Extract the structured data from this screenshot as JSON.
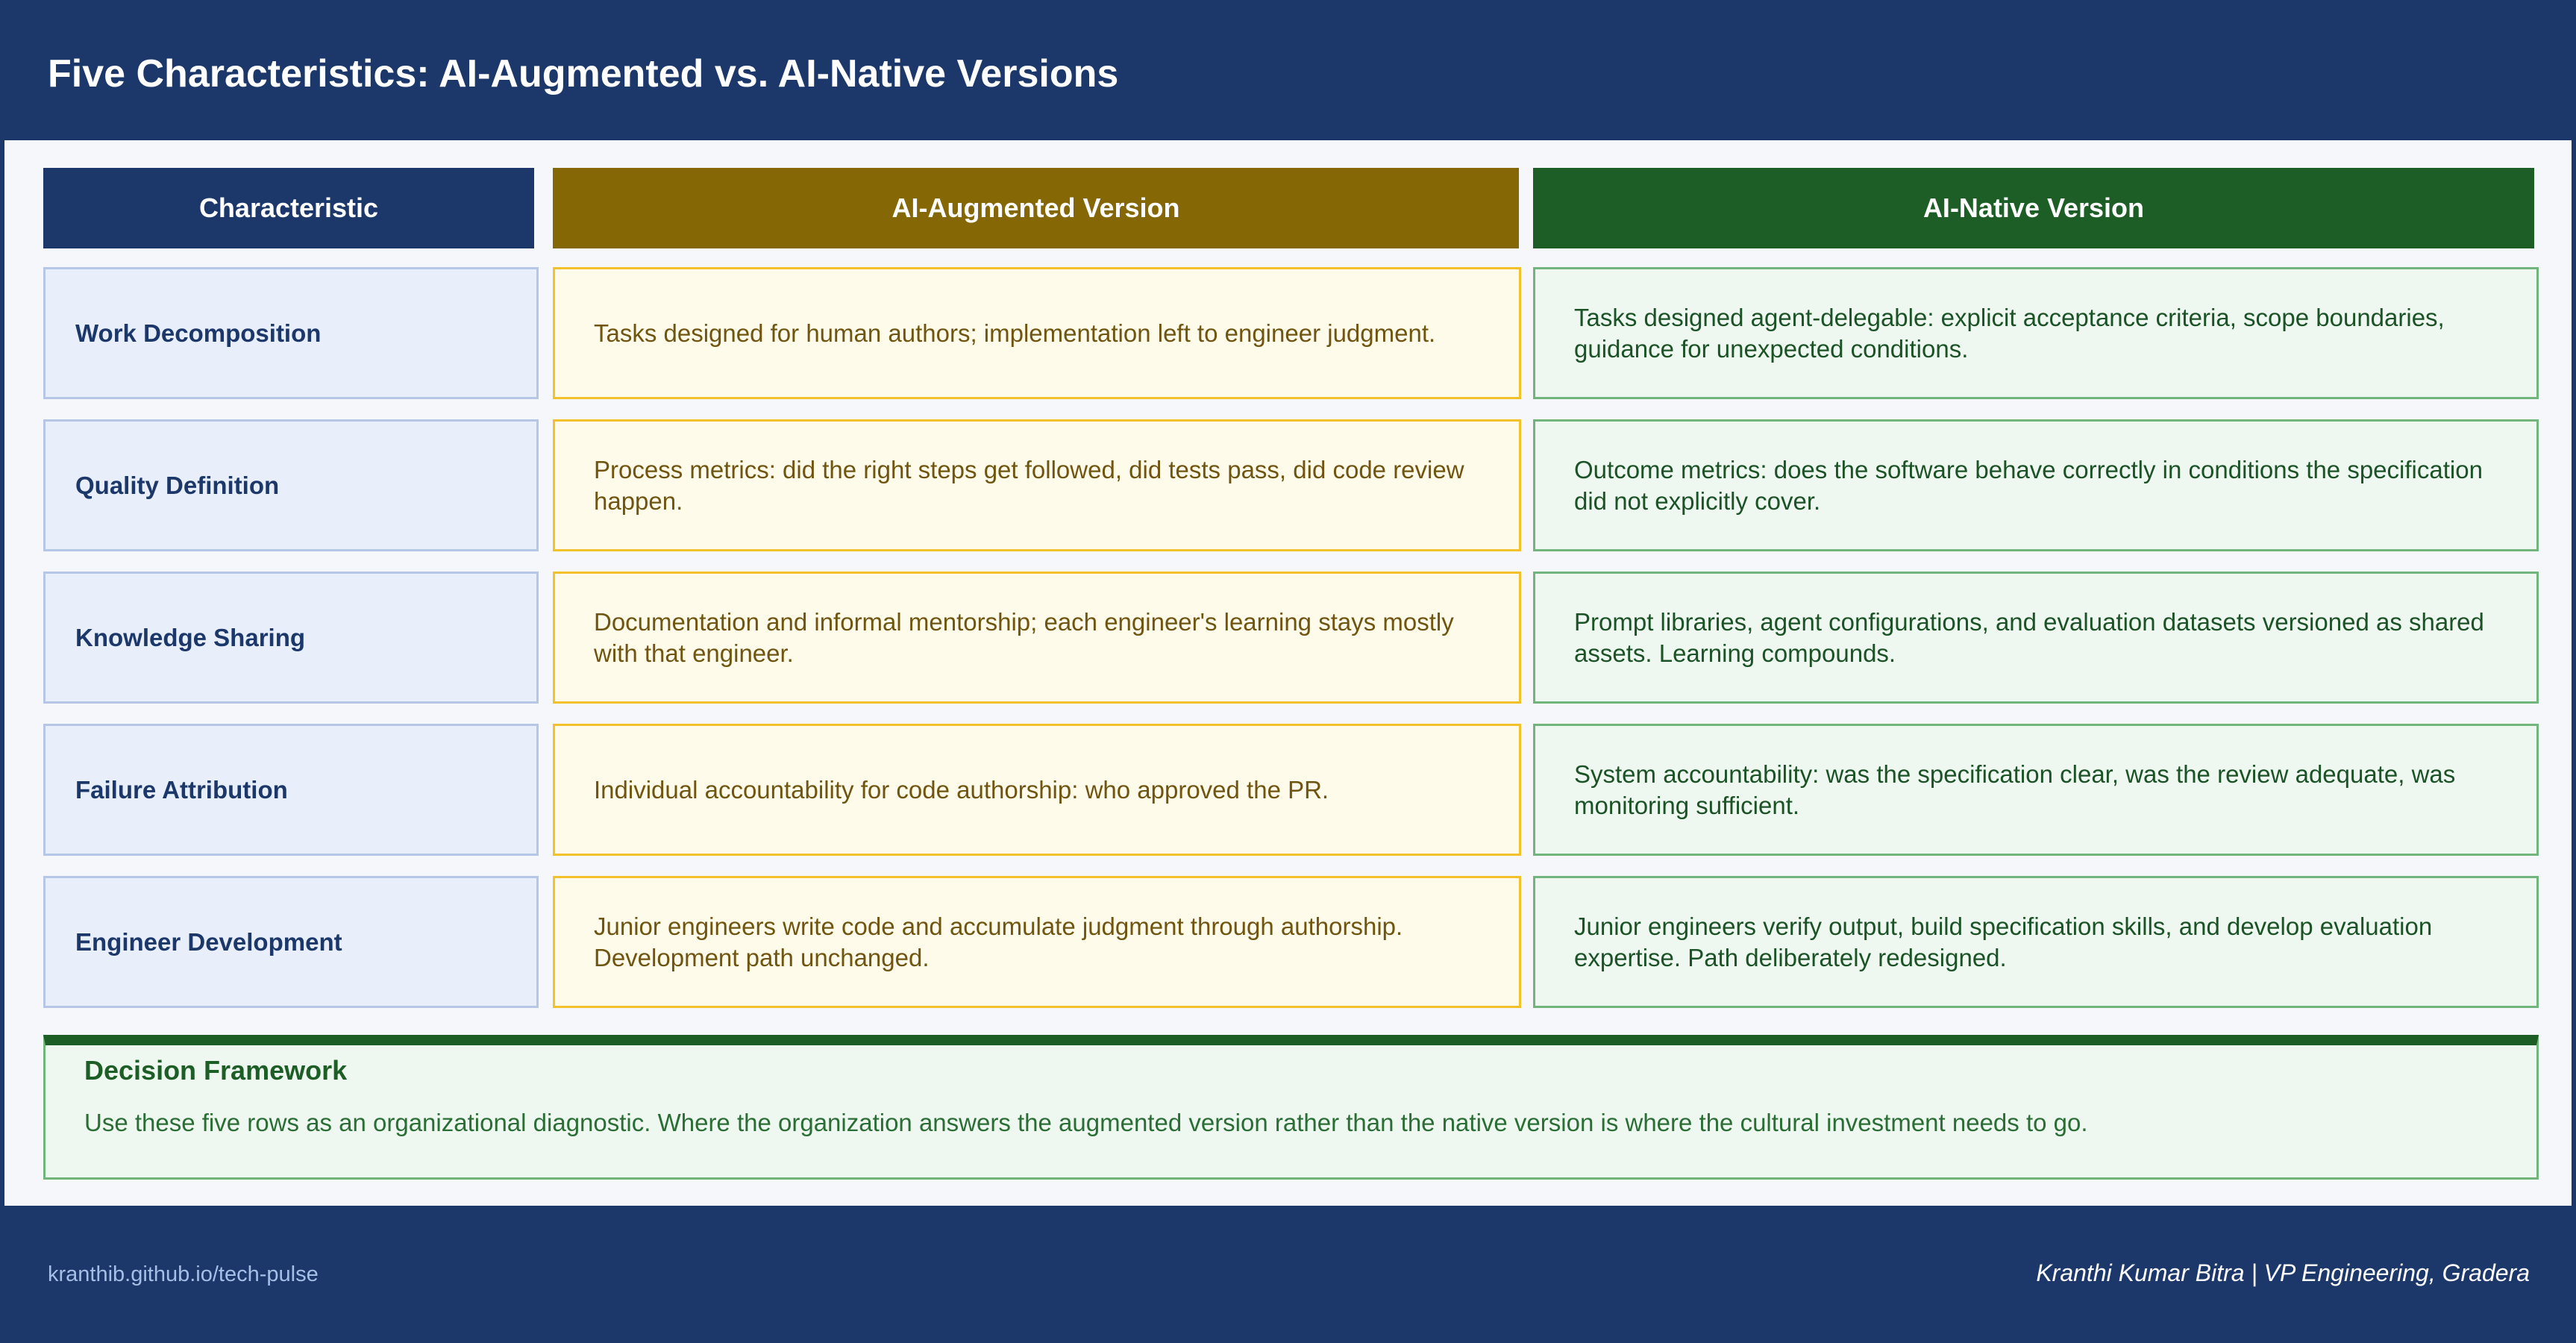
{
  "title": "Five Characteristics: AI-Augmented vs. AI-Native Versions",
  "colors": {
    "navy": "#1c386b",
    "augmented_header": "#866706",
    "native_header": "#1d5e26"
  },
  "columns": {
    "characteristic": "Characteristic",
    "augmented": "AI-Augmented Version",
    "native": "AI-Native Version"
  },
  "rows": [
    {
      "characteristic": "Work Decomposition",
      "augmented": "Tasks designed for human authors; implementation left to engineer judgment.",
      "native": "Tasks designed agent-delegable: explicit acceptance criteria, scope boundaries, guidance for unexpected conditions."
    },
    {
      "characteristic": "Quality Definition",
      "augmented": "Process metrics: did the right steps get followed, did tests pass, did code review happen.",
      "native": "Outcome metrics: does the software behave correctly in conditions the specification did not explicitly cover."
    },
    {
      "characteristic": "Knowledge Sharing",
      "augmented": "Documentation and informal mentorship; each engineer's learning stays mostly with that engineer.",
      "native": "Prompt libraries, agent configurations, and evaluation datasets versioned as shared assets. Learning compounds."
    },
    {
      "characteristic": "Failure Attribution",
      "augmented": "Individual accountability for code authorship: who approved the PR.",
      "native": "System accountability: was the specification clear, was the review adequate, was monitoring sufficient."
    },
    {
      "characteristic": "Engineer Development",
      "augmented": "Junior engineers write code and accumulate judgment through authorship. Development path unchanged.",
      "native": "Junior engineers verify output, build specification skills, and develop evaluation expertise. Path deliberately redesigned."
    }
  ],
  "decision": {
    "title": "Decision Framework",
    "text": "Use these five rows as an organizational diagnostic. Where the organization answers the augmented version rather than the native version is where the cultural investment needs to go."
  },
  "footer": {
    "link": "kranthib.github.io/tech-pulse",
    "author": "Kranthi Kumar Bitra | VP Engineering, Gradera"
  }
}
